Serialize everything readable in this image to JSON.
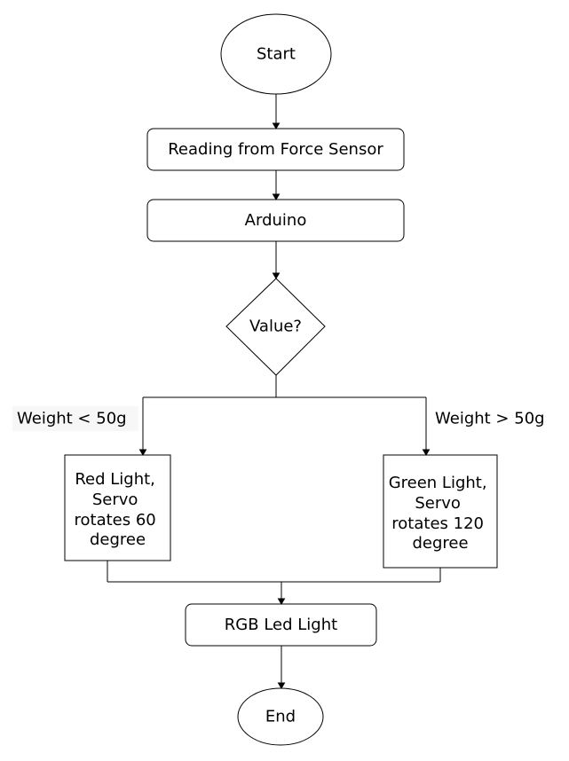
{
  "diagram": {
    "nodes": {
      "start": "Start",
      "reading": "Reading from Force Sensor",
      "arduino": "Arduino",
      "decision": "Value?",
      "red": [
        "Red Light,",
        "Servo",
        "rotates 60",
        "degree"
      ],
      "green": [
        "Green Light,",
        "Servo",
        "rotates 120",
        "degree"
      ],
      "rgb": "RGB Led Light",
      "end": "End"
    },
    "edge_labels": {
      "left": "Weight < 50g",
      "right": "Weight > 50g"
    },
    "colors": {
      "stroke": "#000000",
      "fill": "#ffffff",
      "label_background": "#f7f7f7"
    }
  }
}
